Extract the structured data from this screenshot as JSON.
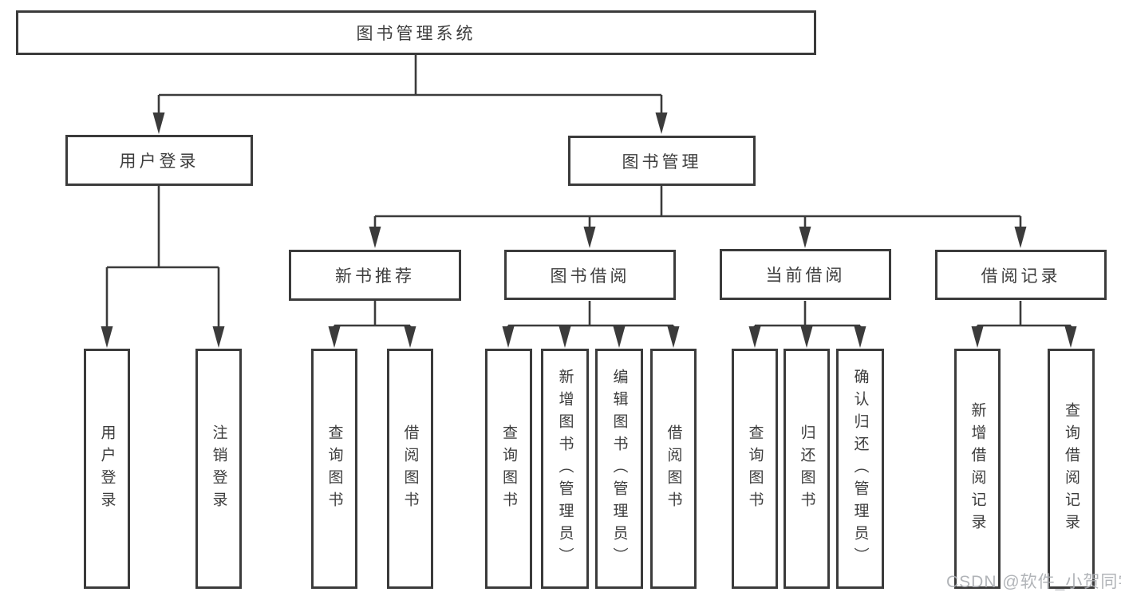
{
  "tree": {
    "root": {
      "label": "图书管理系统",
      "children": [
        {
          "label": "用户登录",
          "children": [
            {
              "label": "用户登录"
            },
            {
              "label": "注销登录"
            }
          ]
        },
        {
          "label": "图书管理",
          "children": [
            {
              "label": "新书推荐",
              "children": [
                {
                  "label": "查询图书"
                },
                {
                  "label": "借阅图书"
                }
              ]
            },
            {
              "label": "图书借阅",
              "children": [
                {
                  "label": "查询图书"
                },
                {
                  "label": "新增图书（管理员）"
                },
                {
                  "label": "编辑图书（管理员）"
                },
                {
                  "label": "借阅图书"
                }
              ]
            },
            {
              "label": "当前借阅",
              "children": [
                {
                  "label": "查询图书"
                },
                {
                  "label": "归还图书"
                },
                {
                  "label": "确认归还（管理员）"
                }
              ]
            },
            {
              "label": "借阅记录",
              "children": [
                {
                  "label": "新增借阅记录"
                },
                {
                  "label": "查询借阅记录"
                }
              ]
            }
          ]
        }
      ]
    }
  },
  "watermark": {
    "text": "CSDN @软件_小贺同学"
  },
  "colors": {
    "line": "#3b3b3b",
    "text": "#3d3d3d",
    "watermark": "#a9acb1",
    "background": "#ffffff"
  }
}
